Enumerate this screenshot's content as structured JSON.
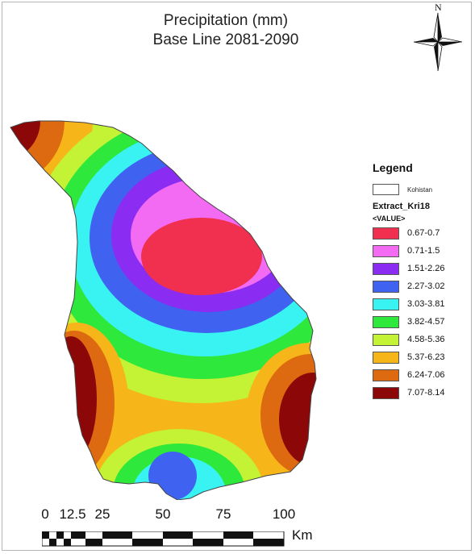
{
  "title": {
    "line1": "Precipitation (mm)",
    "line2": "Base Line 2081-2090"
  },
  "north_arrow": {
    "label": "N",
    "icon": "north-arrow-icon"
  },
  "legend": {
    "title": "Legend",
    "boundary_label": "Kohistan",
    "layer_name": "Extract_Kri18",
    "field_name": "<VALUE>",
    "classes": [
      {
        "label": "0.67-0.7",
        "color": "#f0304e"
      },
      {
        "label": "0.71-1.5",
        "color": "#f36af3"
      },
      {
        "label": "1.51-2.26",
        "color": "#8a2cf1"
      },
      {
        "label": "2.27-3.02",
        "color": "#3f62f0"
      },
      {
        "label": "3.03-3.81",
        "color": "#39f2f2"
      },
      {
        "label": "3.82-4.57",
        "color": "#2ee83c"
      },
      {
        "label": "4.58-5.36",
        "color": "#c4f234"
      },
      {
        "label": "5.37-6.23",
        "color": "#f6b518"
      },
      {
        "label": "6.24-7.06",
        "color": "#dd6a10"
      },
      {
        "label": "7.07-8.14",
        "color": "#8c0707"
      }
    ]
  },
  "scale_bar": {
    "ticks": [
      "0",
      "12.5",
      "25",
      "50",
      "75",
      "100"
    ],
    "unit": "Km"
  }
}
